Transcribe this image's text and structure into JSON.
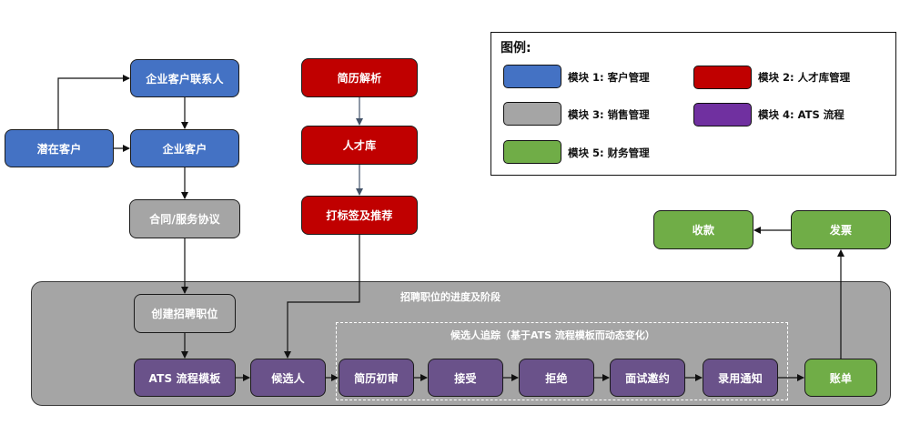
{
  "legend": {
    "title": "图例:",
    "items": [
      {
        "label": "模块 1:  客户管理",
        "color": "#4472c4"
      },
      {
        "label": "模块 2: 人才库管理",
        "color": "#c00000"
      },
      {
        "label": "模块 3:  销售管理",
        "color": "#a5a5a5"
      },
      {
        "label": "模块 4: ATS 流程",
        "color": "#7030a0"
      },
      {
        "label": "模块 5:  财务管理",
        "color": "#70ad47"
      }
    ]
  },
  "customer": {
    "potential": "潜在客户",
    "contact": "企业客户联系人",
    "enterprise": "企业客户"
  },
  "sales": {
    "contract": "合同/服务协议"
  },
  "talent": {
    "parse": "简历解析",
    "pool": "人才库",
    "tag": "打标签及推荐"
  },
  "finance": {
    "collect": "收款",
    "invoice": "发票",
    "bill": "账单"
  },
  "recruit": {
    "container_label": "招聘职位的进度及阶段",
    "create_position": "创建招聘职位",
    "ats_template": "ATS 流程模板",
    "candidate": "候选人",
    "tracking_label": "候选人追踪（基于ATS 流程模板而动态变化）",
    "stages": [
      "简历初审",
      "接受",
      "拒绝",
      "面试邀约",
      "录用通知"
    ]
  }
}
